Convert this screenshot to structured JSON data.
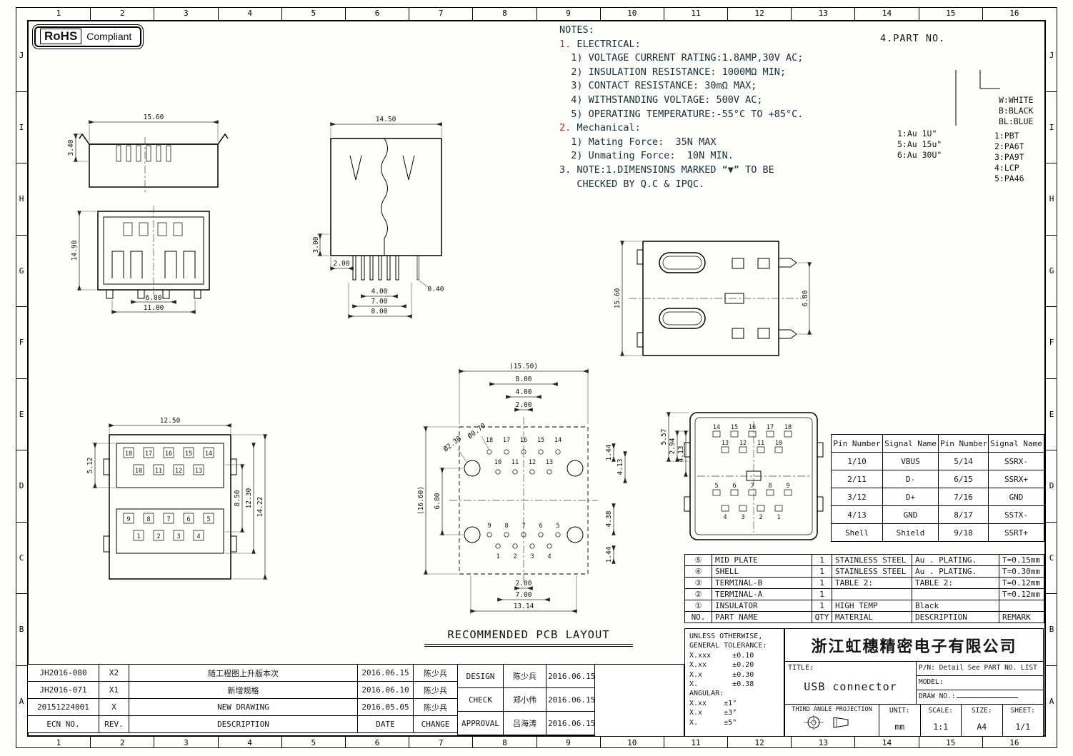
{
  "badge": {
    "rohs": "RoHS",
    "compliant": "Compliant"
  },
  "border": {
    "cols": [
      "1",
      "2",
      "3",
      "4",
      "5",
      "6",
      "7",
      "8",
      "9",
      "10",
      "11",
      "12",
      "13",
      "14",
      "15",
      "16"
    ],
    "rows": [
      "J",
      "I",
      "H",
      "G",
      "F",
      "E",
      "D",
      "C",
      "B",
      "A"
    ]
  },
  "notes": {
    "lines": [
      {
        "red": "",
        "text": "NOTES:"
      },
      {
        "red": "1.",
        "text": " ELECTRICAL:"
      },
      {
        "red": "",
        "text": "  1) VOLTAGE CURRENT RATING:1.8AMP,30V AC;"
      },
      {
        "red": "",
        "text": "  2) INSULATION RESISTANCE: 1000MΩ MIN;"
      },
      {
        "red": "",
        "text": "  3) CONTACT RESISTANCE: 30mΩ MAX;"
      },
      {
        "red": "",
        "text": "  4) WITHSTANDING VOLTAGE: 500V AC;"
      },
      {
        "red": "",
        "text": "  5) OPERATING TEMPERATURE:-55°C TO +85°C."
      },
      {
        "red": "2.",
        "text": " Mechanical:"
      },
      {
        "red": "",
        "text": "  1) Mating Force:  35N MAX"
      },
      {
        "red": "",
        "text": "  2) Unmating Force:  10N MIN."
      },
      {
        "red": "",
        "text": "3. NOTE:1.DIMENSIONS MARKED “▼” TO BE"
      },
      {
        "red": "",
        "text": "   CHECKED BY Q.C & IPQC."
      }
    ]
  },
  "part_no": {
    "title": "4.PART NO.",
    "gold": [
      "1:Au 1U\"",
      "5:Au 15u\"",
      "6:Au 30U\""
    ],
    "colors": [
      "W:WHITE",
      "B:BLACK",
      "BL:BLUE"
    ],
    "materials": [
      "1:PBT",
      "2:PA6T",
      "3:PA9T",
      "4:LCP",
      "5:PA46"
    ]
  },
  "pin_table": {
    "headers": [
      "Pin Number",
      "Signal Name",
      "Pin Number",
      "Signal Name"
    ],
    "rows": [
      [
        "1/10",
        "VBUS",
        "5/14",
        "SSRX-"
      ],
      [
        "2/11",
        "D-",
        "6/15",
        "SSRX+"
      ],
      [
        "3/12",
        "D+",
        "7/16",
        "GND"
      ],
      [
        "4/13",
        "GND",
        "8/17",
        "SSTX-"
      ],
      [
        "Shell",
        "Shield",
        "9/18",
        "SSRT+"
      ]
    ]
  },
  "bom": {
    "header": [
      "NO.",
      "PART NAME",
      "QTY",
      "MATERIAL",
      "DESCRIPTION",
      "REMARK"
    ],
    "rows": [
      [
        "⑤",
        "MID PLATE",
        "1",
        "STAINLESS STEEL",
        "Au . PLATING.",
        "T=0.15mm"
      ],
      [
        "④",
        "SHELL",
        "1",
        "STAINLESS STEEL",
        "Au . PLATING.",
        "T=0.30mm"
      ],
      [
        "③",
        "TERMINAL-B",
        "1",
        "TABLE 2:",
        "TABLE 2:",
        "T=0.12mm"
      ],
      [
        "②",
        "TERMINAL-A",
        "1",
        "",
        "",
        "T=0.12mm"
      ],
      [
        "①",
        "INSULATOR",
        "1",
        "HIGH TEMP",
        "Black",
        ""
      ]
    ]
  },
  "tolerance": {
    "lines": [
      "UNLESS OTHERWISE,",
      "GENERAL TOLERANCE:",
      "X.xxx     ±0.10",
      "X.xx      ±0.20",
      "X.x       ±0.30",
      "X.        ±0.38",
      "ANGULAR:",
      "X.xx    ±1°",
      "X.x     ±3°",
      "X.      ±5°"
    ]
  },
  "title_block": {
    "company": "浙江虹穗精密电子有限公司",
    "title_label": "TITLE:",
    "title": "USB connector",
    "pn": "P/N: Detail See PART NO. LIST",
    "model_label": "MODEL:",
    "draw_no_label": "DRAW NO.:",
    "projection": "THIRD ANGLE PROJECTION",
    "unit_label": "UNIT:",
    "unit_value": "mm",
    "scale_label": "SCALE:",
    "scale_value": "1:1",
    "size_label": "SIZE:",
    "size_value": "A4",
    "sheet_label": "SHEET:",
    "sheet_value": "1/1"
  },
  "revisions": {
    "header": [
      "ECN NO.",
      "REV.",
      "DESCRIPTION",
      "DATE",
      "CHANGE"
    ],
    "rows": [
      [
        "JH2016-080",
        "X2",
        "随工程图上升版本次",
        "2016.06.15",
        "陈少兵"
      ],
      [
        "JH2016-071",
        "X1",
        "新增规格",
        "2016.06.10",
        "陈少兵"
      ],
      [
        "20151224001",
        "X",
        "NEW DRAWING",
        "2016.05.05",
        "陈少兵"
      ]
    ]
  },
  "approvals": {
    "rows": [
      [
        "DESIGN",
        "陈少兵",
        "2016.06.15"
      ],
      [
        "CHECK",
        "郑小伟",
        "2016.06.15"
      ],
      [
        "APPROVAL",
        "吕海涛",
        "2016.06.15"
      ]
    ]
  },
  "labels": {
    "pcb_layout": "RECOMMENDED PCB LAYOUT"
  },
  "views": {
    "v1": {
      "d_w": "15.60",
      "d_ear": "3.40",
      "d_h": "14.90",
      "d_inner": "6.00",
      "d_outer": "11.00"
    },
    "v2": {
      "d_w": "14.50",
      "d_3": "3.00",
      "d_2": "2.00",
      "d_4": "4.00",
      "d_7": "7.00",
      "d_8": "8.00",
      "d_04": "0.40"
    },
    "v3": {
      "d_h": "15.60",
      "d_p": "6.80"
    },
    "v4": {
      "d_w": "12.50",
      "d_a": "5.12",
      "d_b": "8.50",
      "d_c": "12.30",
      "d_d": "14.22",
      "pins_top": [
        "18",
        "17",
        "16",
        "15",
        "14"
      ],
      "pins_mid": [
        "10",
        "11",
        "12",
        "13"
      ],
      "pins_low": [
        "9",
        "8",
        "7",
        "6",
        "5"
      ],
      "pins_bot": [
        "1",
        "2",
        "3",
        "4"
      ]
    },
    "v5": {
      "d_ow": "(15.50)",
      "d_w8": "8.00",
      "d_w4": "4.00",
      "d_w2": "2.00",
      "d_hole_s": "Ø0.70",
      "d_hole_b": "Ø2.30",
      "d_oh": "(16.60)",
      "d_h68": "6.80",
      "d_r1": "1.44",
      "d_r2": "4.13",
      "d_r3": "4.38",
      "d_r4": "1.44",
      "d_b2": "2.00",
      "d_b7": "7.00",
      "d_b13": "13.14",
      "pins_top": [
        "18",
        "17",
        "16",
        "15",
        "14"
      ],
      "pins_mid": [
        "10",
        "11",
        "12",
        "13"
      ],
      "pins_low": [
        "9",
        "8",
        "7",
        "6",
        "5"
      ],
      "pins_bot": [
        "1",
        "2",
        "3",
        "4"
      ]
    },
    "v6": {
      "d_a": "5.57",
      "d_b": "2.94",
      "d_c": "4.13",
      "pins_top": [
        "14",
        "15",
        "16",
        "17",
        "18"
      ],
      "pins_mid": [
        "13",
        "12",
        "11",
        "10"
      ],
      "pins_low": [
        "5",
        "6",
        "7",
        "8",
        "9"
      ],
      "pins_bot": [
        "4",
        "3",
        "2",
        "1"
      ]
    }
  }
}
